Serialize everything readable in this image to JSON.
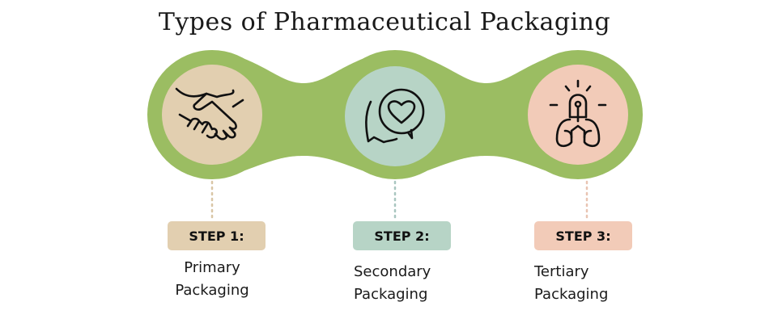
{
  "title": "Types of Pharmaceutical Packaging",
  "colors": {
    "green": "#9bbd62",
    "step1": "#e2cfb0",
    "step2": "#b7d4c6",
    "step3": "#f2cbb8"
  },
  "steps": [
    {
      "badge": "STEP 1:",
      "line1": "Primary",
      "line2": "Packaging",
      "icon": "handshake-icon"
    },
    {
      "badge": "STEP 2:",
      "line1": "Secondary",
      "line2": "Packaging",
      "icon": "heart-speech-bubble-icon"
    },
    {
      "badge": "STEP 3:",
      "line1": "Tertiary",
      "line2": "Packaging",
      "icon": "lungs-idea-icon"
    }
  ]
}
